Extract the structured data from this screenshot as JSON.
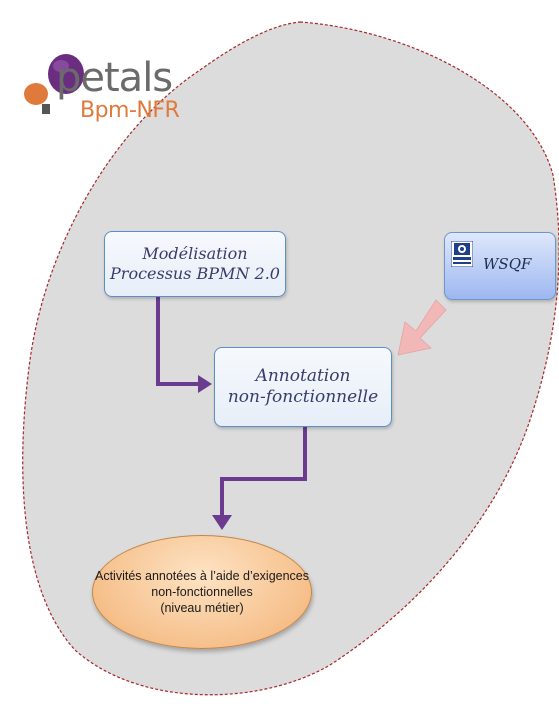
{
  "logo": {
    "word": "petals",
    "sub": "Bpm-NFR"
  },
  "boxes": {
    "modelisation": {
      "line1": "Modélisation",
      "line2": "Processus BPMN 2.0"
    },
    "annotation": {
      "line1": "Annotation",
      "line2": "non-fonctionnelle"
    },
    "wsqf": {
      "label": "WSQF"
    }
  },
  "result": {
    "line1": "Activités annotées à l’aide d’exigences",
    "line2": "non-fonctionnelles",
    "line3": "(niveau métier)"
  },
  "colors": {
    "region_fill": "#dcdcdc",
    "region_border": "#a52a2a",
    "arrow": "#6a3b8f",
    "pink_arrow": "#f2b8b8",
    "box_border": "#5b8fc6",
    "result_fill": "#f6c08b",
    "logo_purple": "#6b2d7f",
    "logo_orange": "#e07a3c"
  }
}
